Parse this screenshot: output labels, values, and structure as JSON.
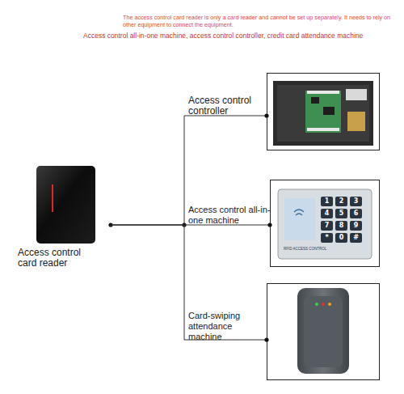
{
  "diagram": {
    "nodes": [
      {
        "text": [
          "Access control card reader"
        ]
      },
      {
        "text": [
          "Access control controller"
        ]
      },
      {
        "text": [
          "Access control all-in-one machine"
        ]
      },
      {
        "text": [
          "Card-swiping attendance machine"
        ]
      }
    ],
    "edges": [
      {
        "from": 0,
        "to": 1,
        "arrow": "none"
      },
      {
        "from": 0,
        "to": 2,
        "arrow": "none"
      },
      {
        "from": 0,
        "to": 3,
        "arrow": "none"
      }
    ],
    "labels": [
      "The access control card reader is only a card reader and cannot be set up separately. It needs to rely on other equipment to connect the equipment.",
      "Access control all-in-one machine, access control controller, credit card attendance machine",
      "1",
      "2",
      "3",
      "4",
      "5",
      "6",
      "7",
      "8",
      "9",
      "*",
      "0",
      "#",
      "RFID ACCESS CONTROL"
    ]
  }
}
